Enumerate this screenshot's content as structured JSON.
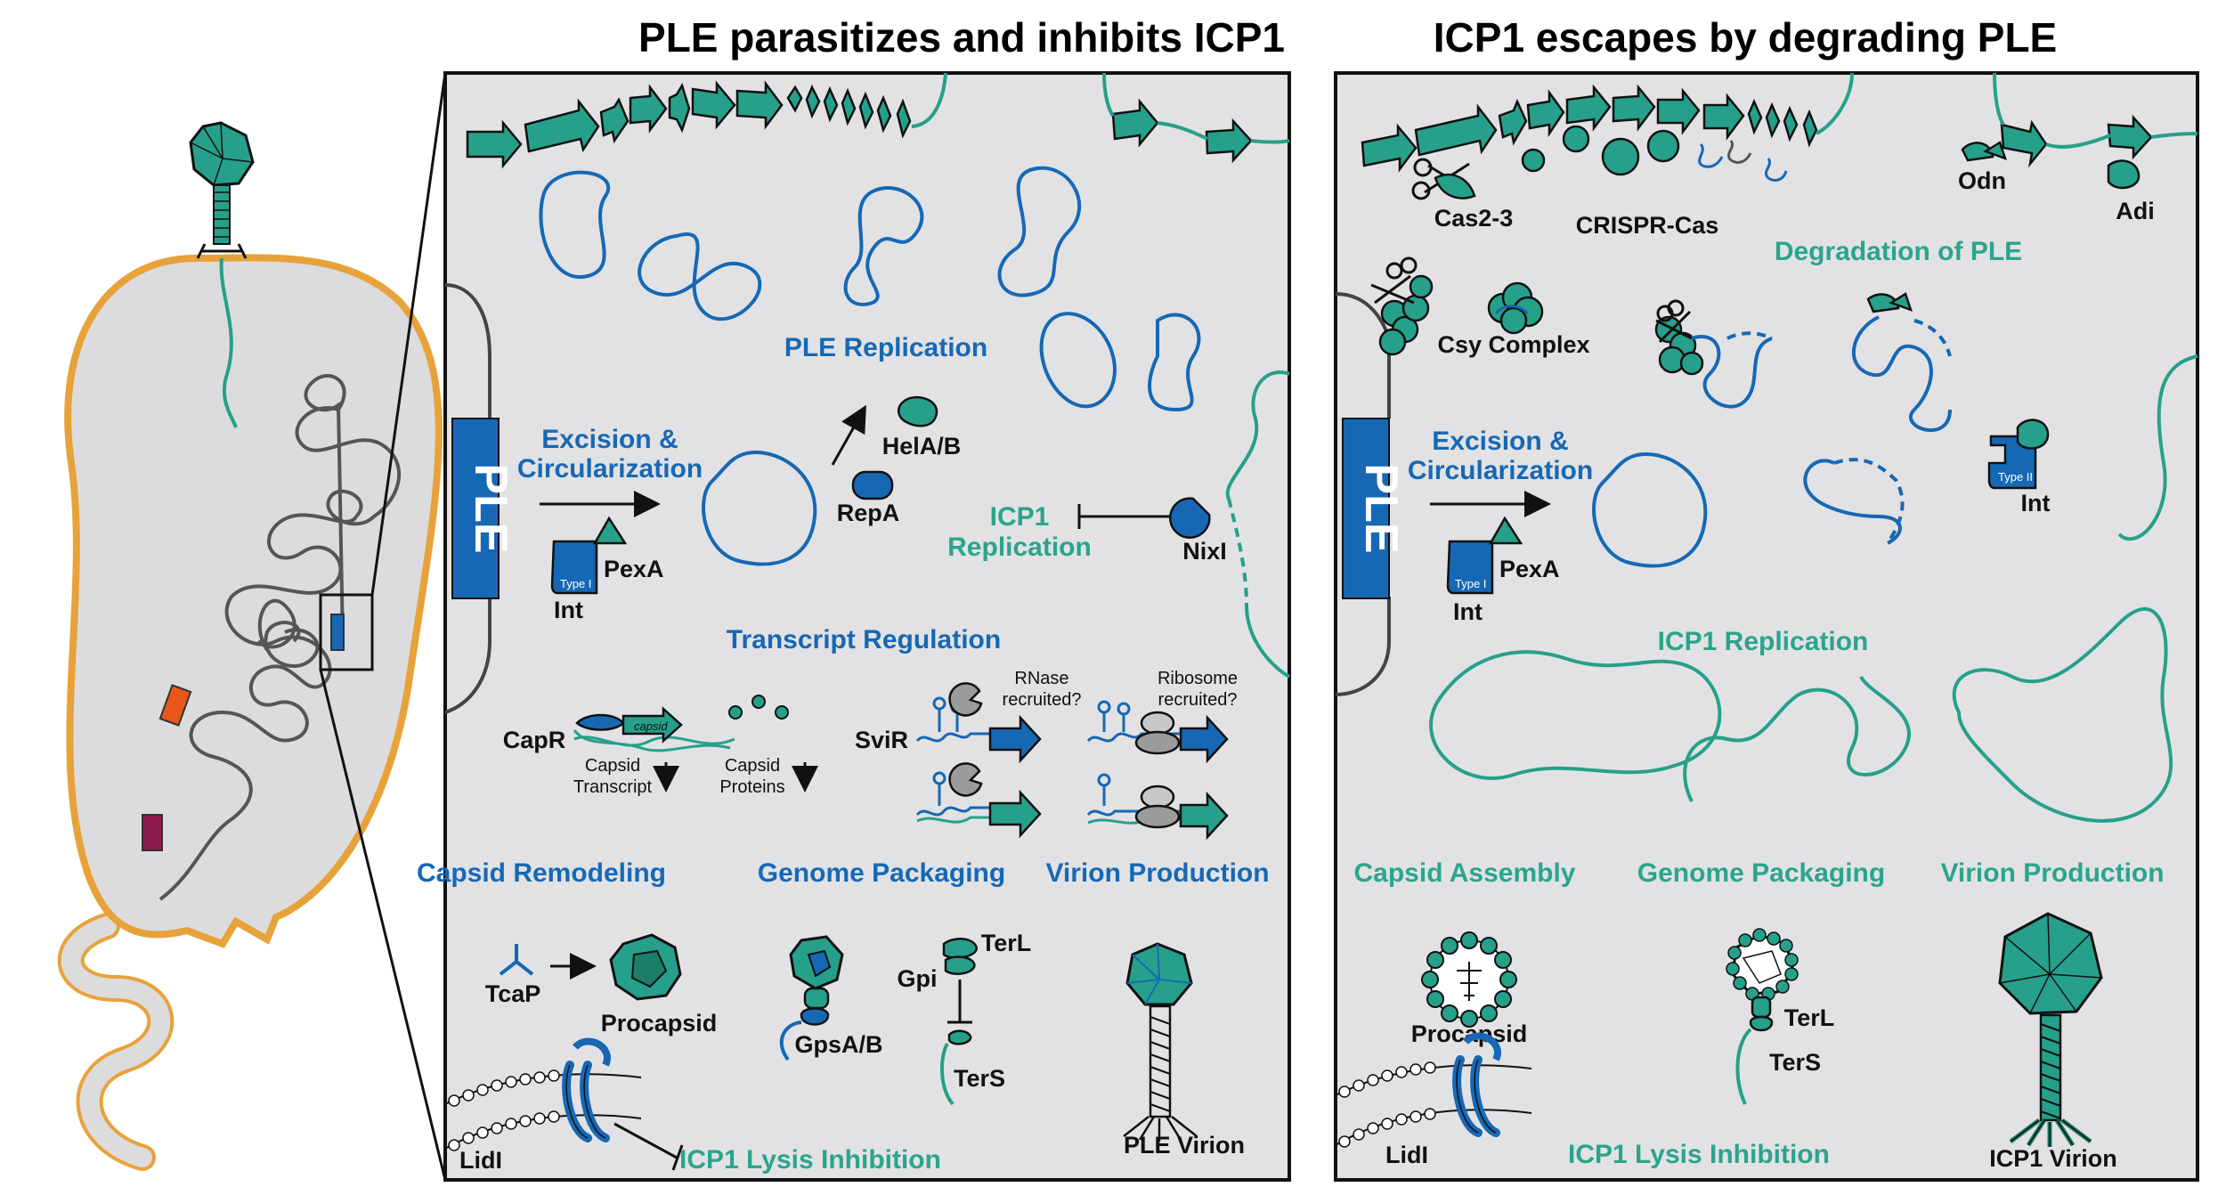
{
  "titles": {
    "left": "PLE parasitizes and inhibits ICP1",
    "right": "ICP1 escapes by degrading PLE"
  },
  "colors": {
    "blue": "#1668b5",
    "teal": "#26a08a",
    "teal_dark": "#1c7d6a",
    "panel_bg": "#e2e2e4",
    "cell_outline": "#e8a23a",
    "orange": "#e8571c",
    "maroon": "#8e1c4e"
  },
  "left_panel": {
    "ple_box": "PLE",
    "excision": "Excision  &",
    "circularization": "Circularization",
    "ple_replication": "PLE Replication",
    "hela": "HelA/B",
    "repa": "RepA",
    "pexa": "PexA",
    "int": "Int",
    "type_i": "Type I",
    "icp1_replication_1": "ICP1",
    "icp1_replication_2": "Replication",
    "nixi": "NixI",
    "transcript_regulation": "Transcript Regulation",
    "capr": "CapR",
    "capsid_gene": "capsid",
    "capsid_transcript_1": "Capsid",
    "capsid_transcript_2": "Transcript",
    "capsid_proteins_1": "Capsid",
    "capsid_proteins_2": "Proteins",
    "svir": "SviR",
    "rnase_1": "RNase",
    "rnase_2": "recruited?",
    "ribosome_1": "Ribosome",
    "ribosome_2": "recruited?",
    "capsid_remodeling": "Capsid Remodeling",
    "genome_packaging": "Genome Packaging",
    "virion_production": "Virion Production",
    "tcap": "TcaP",
    "procapsid": "Procapsid",
    "gpsab": "GpsA/B",
    "terl": "TerL",
    "gpi": "Gpi",
    "ters": "TerS",
    "ple_virion": "PLE Virion",
    "lidi": "LidI",
    "lysis_inhibition": "ICP1 Lysis Inhibition"
  },
  "right_panel": {
    "cas23": "Cas2-3",
    "crispr_cas": "CRISPR-Cas",
    "odn": "Odn",
    "adi": "Adi",
    "degradation": "Degradation of PLE",
    "csy_complex": "Csy Complex",
    "ple_box": "PLE",
    "excision": "Excision  &",
    "circularization": "Circularization",
    "pexa": "PexA",
    "int": "Int",
    "type_i": "Type I",
    "type_ii": "Type II",
    "int2": "Int",
    "icp1_replication": "ICP1 Replication",
    "capsid_assembly": "Capsid Assembly",
    "genome_packaging": "Genome Packaging",
    "virion_production": "Virion Production",
    "procapsid": "Procapsid",
    "terl": "TerL",
    "ters": "TerS",
    "lidi": "LidI",
    "lysis_inhibition": "ICP1 Lysis Inhibition",
    "icp1_virion": "ICP1 Virion"
  }
}
